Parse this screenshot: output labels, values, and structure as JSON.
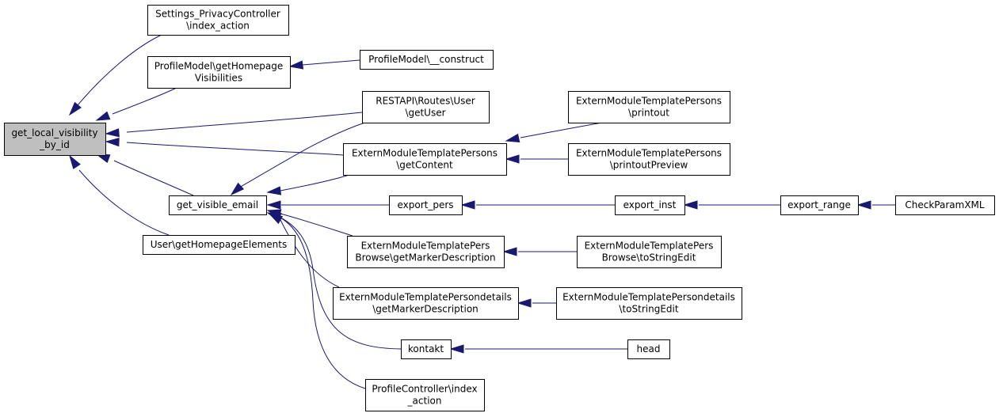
{
  "nodes": [
    {
      "id": "n0",
      "lines": [
        "get_local_visibility",
        "_by_id"
      ],
      "focus": true
    },
    {
      "id": "n1",
      "lines": [
        "Settings_PrivacyController",
        "\\index_action"
      ]
    },
    {
      "id": "n2",
      "lines": [
        "ProfileModel\\getHomepage",
        "Visibilities"
      ]
    },
    {
      "id": "n3",
      "lines": [
        "ProfileModel\\__construct"
      ]
    },
    {
      "id": "n4",
      "lines": [
        "RESTAPI\\Routes\\User",
        "\\getUser"
      ]
    },
    {
      "id": "n5",
      "lines": [
        "ExternModuleTemplatePersons",
        "\\printout"
      ]
    },
    {
      "id": "n6",
      "lines": [
        "ExternModuleTemplatePersons",
        "\\getContent"
      ]
    },
    {
      "id": "n7",
      "lines": [
        "ExternModuleTemplatePersons",
        "\\printoutPreview"
      ]
    },
    {
      "id": "n8",
      "lines": [
        "get_visible_email"
      ]
    },
    {
      "id": "n9",
      "lines": [
        "export_pers"
      ]
    },
    {
      "id": "n10",
      "lines": [
        "export_inst"
      ]
    },
    {
      "id": "n11",
      "lines": [
        "export_range"
      ]
    },
    {
      "id": "n12",
      "lines": [
        "CheckParamXML"
      ]
    },
    {
      "id": "n13",
      "lines": [
        "User\\getHomepageElements"
      ]
    },
    {
      "id": "n14",
      "lines": [
        "ExternModuleTemplatePers",
        "Browse\\getMarkerDescription"
      ]
    },
    {
      "id": "n15",
      "lines": [
        "ExternModuleTemplatePers",
        "Browse\\toStringEdit"
      ]
    },
    {
      "id": "n16",
      "lines": [
        "ExternModuleTemplatePersondetails",
        "\\getMarkerDescription"
      ]
    },
    {
      "id": "n17",
      "lines": [
        "ExternModuleTemplatePersondetails",
        "\\toStringEdit"
      ]
    },
    {
      "id": "n18",
      "lines": [
        "kontakt"
      ]
    },
    {
      "id": "n19",
      "lines": [
        "head"
      ]
    },
    {
      "id": "n20",
      "lines": [
        "ProfileController\\index",
        "_action"
      ]
    }
  ],
  "edges": [
    {
      "from": "n1",
      "to": "n0"
    },
    {
      "from": "n2",
      "to": "n0"
    },
    {
      "from": "n4",
      "to": "n0"
    },
    {
      "from": "n6",
      "to": "n0"
    },
    {
      "from": "n8",
      "to": "n0"
    },
    {
      "from": "n13",
      "to": "n0"
    },
    {
      "from": "n3",
      "to": "n2"
    },
    {
      "from": "n5",
      "to": "n6"
    },
    {
      "from": "n7",
      "to": "n6"
    },
    {
      "from": "n4",
      "to": "n8"
    },
    {
      "from": "n6",
      "to": "n8"
    },
    {
      "from": "n9",
      "to": "n8"
    },
    {
      "from": "n14",
      "to": "n8"
    },
    {
      "from": "n16",
      "to": "n8"
    },
    {
      "from": "n18",
      "to": "n8"
    },
    {
      "from": "n20",
      "to": "n8"
    },
    {
      "from": "n10",
      "to": "n9"
    },
    {
      "from": "n11",
      "to": "n10"
    },
    {
      "from": "n12",
      "to": "n11"
    },
    {
      "from": "n15",
      "to": "n14"
    },
    {
      "from": "n17",
      "to": "n16"
    },
    {
      "from": "n19",
      "to": "n18"
    }
  ]
}
